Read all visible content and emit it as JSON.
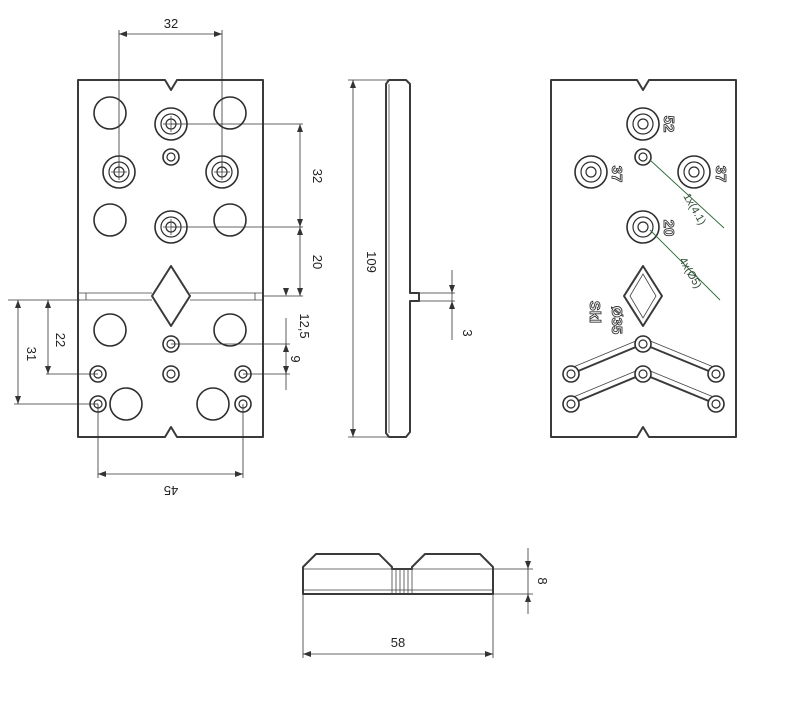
{
  "front_view": {
    "dims": {
      "top_spacing": "32",
      "vertical_spacing": "32",
      "lower_spacing": "20",
      "groove_offset": "12,5",
      "small_offset": "9",
      "left_22": "22",
      "left_31": "31",
      "bottom_spacing": "45"
    }
  },
  "side_view": {
    "dims": {
      "height": "109",
      "slot_depth": "3"
    }
  },
  "back_view": {
    "marks": {
      "top_hole": "52",
      "left_hole": "37",
      "right_hole": "37",
      "middle_hole": "20",
      "size_label": "Ø35",
      "brand": "Skl"
    },
    "callouts": {
      "small_hole": "1x(4.1)",
      "four_holes": "4x(Ø5)"
    }
  },
  "bottom_view": {
    "dims": {
      "width": "58",
      "thickness": "8"
    }
  }
}
